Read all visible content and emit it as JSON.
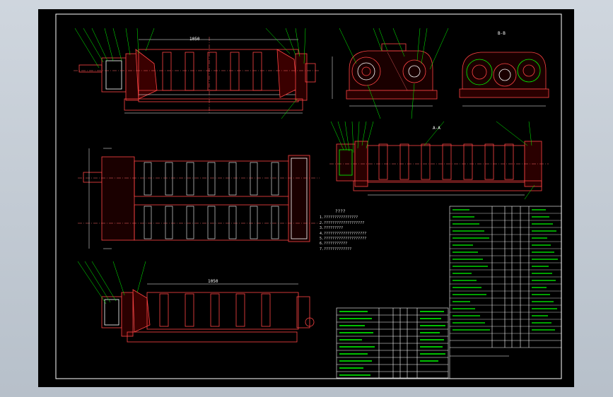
{
  "drawing": {
    "section_label": "B-B",
    "section_label_2": "A-A",
    "dim_top": "1050",
    "dim_bottom": "1050",
    "notes_title": "????",
    "notes": [
      "1.????????????????",
      "2.???????????????????",
      "3.?????????",
      "4.????????????????????",
      "5.????????????????????",
      "6.???????????",
      "7.?????????????"
    ]
  },
  "colors": {
    "background": "#000000",
    "frame": "#ffffff",
    "part": "#ff3333",
    "leader": "#00ff00",
    "center": "#ff6666",
    "table_text": "#00ff00"
  }
}
